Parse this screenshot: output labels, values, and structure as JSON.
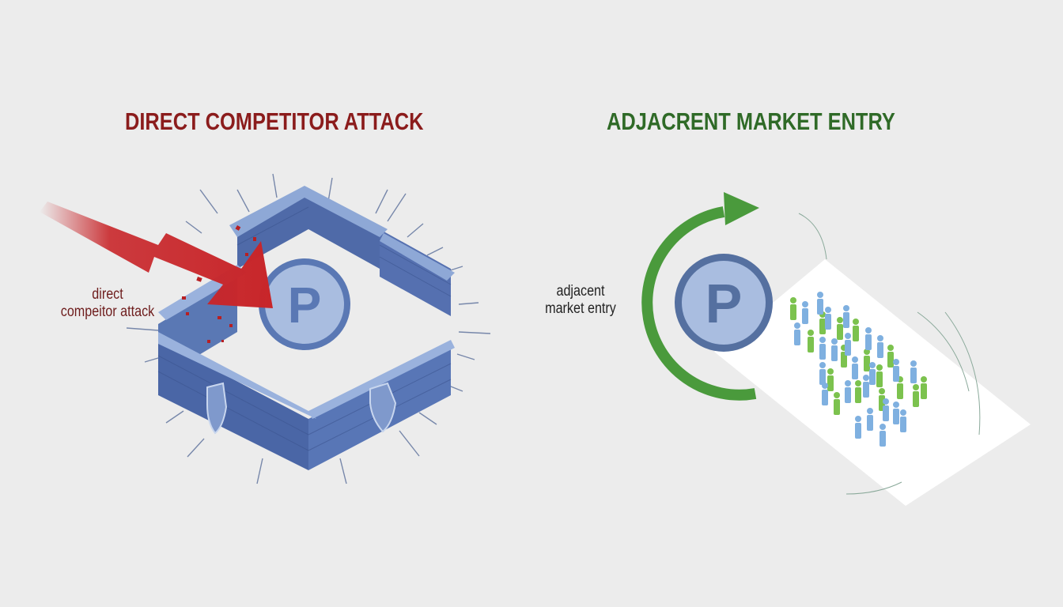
{
  "left_panel": {
    "title": "DIRECT COMPETITOR ATTACK",
    "label_line1": "direct",
    "label_line2": "compeitor attack",
    "center_symbol": "P",
    "colors": {
      "title": "#8b1c1c",
      "arrow": "#c8262a",
      "wall": "#5a78b4",
      "wall_top": "#8ea8d6"
    }
  },
  "right_panel": {
    "title": "ADJACRENT MARKET ENTRY",
    "label_line1": "adjacent",
    "label_line2": "market entry",
    "center_symbol": "P",
    "colors": {
      "title": "#2f6a27",
      "arrow": "#4a9a3c",
      "circle": "#5570a0",
      "people_blue": "#7fb0e0",
      "people_green": "#7cc24e"
    }
  }
}
